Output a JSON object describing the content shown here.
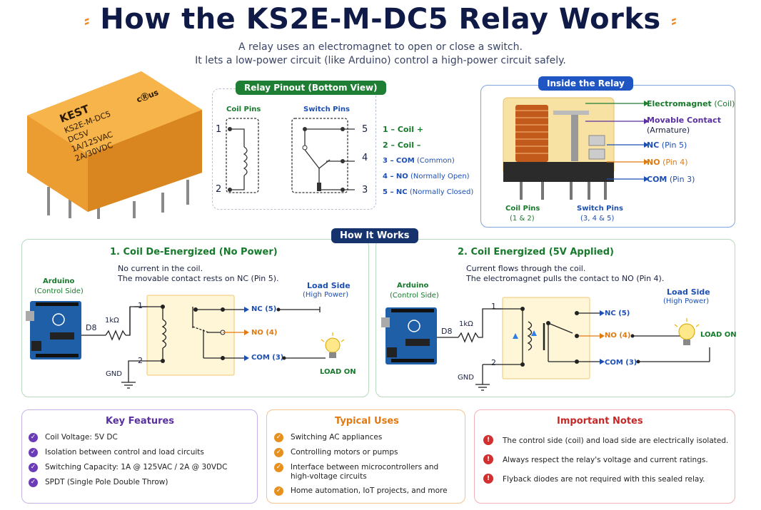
{
  "header": {
    "title": "How the KS2E-M-DC5 Relay Works",
    "subtitle_line1": "A relay uses an electromagnet to open or close a switch.",
    "subtitle_line2": "It lets a low-power circuit (like Arduino) control a high-power circuit safely."
  },
  "relay_photo": {
    "brand": "KEST",
    "model": "KS2E-M-DC5",
    "rating1": "DC5V",
    "rating2": "1A/125VAC",
    "rating3": "2A/30VDC",
    "cert": "cⓇus"
  },
  "pinout": {
    "title": "Relay Pinout (Bottom View)",
    "coil_pins": "Coil Pins",
    "switch_pins": "Switch Pins",
    "pin1": "1",
    "pin2": "2",
    "pin3": "3",
    "pin4": "4",
    "pin5": "5",
    "legend": [
      {
        "num": "1 – Coil +",
        "extra": ""
      },
      {
        "num": "2 – Coil –",
        "extra": ""
      },
      {
        "num": "3 – COM",
        "extra": "(Common)"
      },
      {
        "num": "4 – NO",
        "extra": "(Normally Open)"
      },
      {
        "num": "5 – NC",
        "extra": "(Normally Closed)"
      }
    ]
  },
  "inside": {
    "title": "Inside the Relay",
    "electromagnet": "Electromagnet",
    "electromagnet_extra": "(Coil)",
    "movable": "Movable Contact",
    "armature": "(Armature)",
    "nc": "NC",
    "nc_pin": "(Pin 5)",
    "no": "NO",
    "no_pin": "(Pin 4)",
    "com": "COM",
    "com_pin": "(Pin 3)",
    "coil_pins": "Coil Pins",
    "coil_pins_nums": "(1 & 2)",
    "switch_pins": "Switch Pins",
    "switch_pins_nums": "(3, 4 & 5)"
  },
  "how": {
    "title": "How It Works",
    "left": {
      "heading": "1. Coil De-Energized (No Power)",
      "desc1": "No current in the coil.",
      "desc2": "The movable contact rests on NC (Pin 5).",
      "arduino": "Arduino",
      "control_side": "(Control Side)",
      "d8": "D8",
      "resistor": "1kΩ",
      "gnd": "GND",
      "pin1": "1",
      "pin2": "2",
      "nc": "NC (5)",
      "no": "NO (4)",
      "com": "COM (3)",
      "load_side": "Load Side",
      "high_power": "(High Power)",
      "load_on": "LOAD ON"
    },
    "right": {
      "heading": "2. Coil Energized (5V Applied)",
      "desc1": "Current flows through the coil.",
      "desc2": "The electromagnet pulls the contact to NO (Pin 4).",
      "arduino": "Arduino",
      "control_side": "(Control Side)",
      "d8": "D8",
      "resistor": "1kΩ",
      "gnd": "GND",
      "pin1": "1",
      "pin2": "2",
      "nc": "NC (5)",
      "no": "NO (4)",
      "com": "COM (3)",
      "load_side": "Load Side",
      "high_power": "(High Power)",
      "load_on": "LOAD ON"
    }
  },
  "key_features": {
    "title": "Key Features",
    "items": [
      "Coil Voltage: 5V DC",
      "Isolation between control and load circuits",
      "Switching Capacity: 1A @ 125VAC / 2A @ 30VDC",
      "SPDT (Single Pole Double Throw)"
    ]
  },
  "typical_uses": {
    "title": "Typical Uses",
    "items": [
      "Switching AC appliances",
      "Controlling motors or pumps",
      "Interface between microcontrollers and",
      "high-voltage circuits",
      "Home automation, IoT projects, and more"
    ]
  },
  "notes": {
    "title": "Important Notes",
    "items": [
      "The control side (coil) and load side are electrically isolated.",
      "Always respect the relay's voltage and current ratings.",
      "Flyback diodes are not required with this sealed relay."
    ]
  },
  "colors": {
    "navy": "#101a47",
    "green": "#17792b",
    "blue": "#1d4fb3",
    "orange": "#e07a10",
    "purple": "#5a2fa0",
    "red": "#c62828",
    "relay_body": "#f2a93b"
  }
}
